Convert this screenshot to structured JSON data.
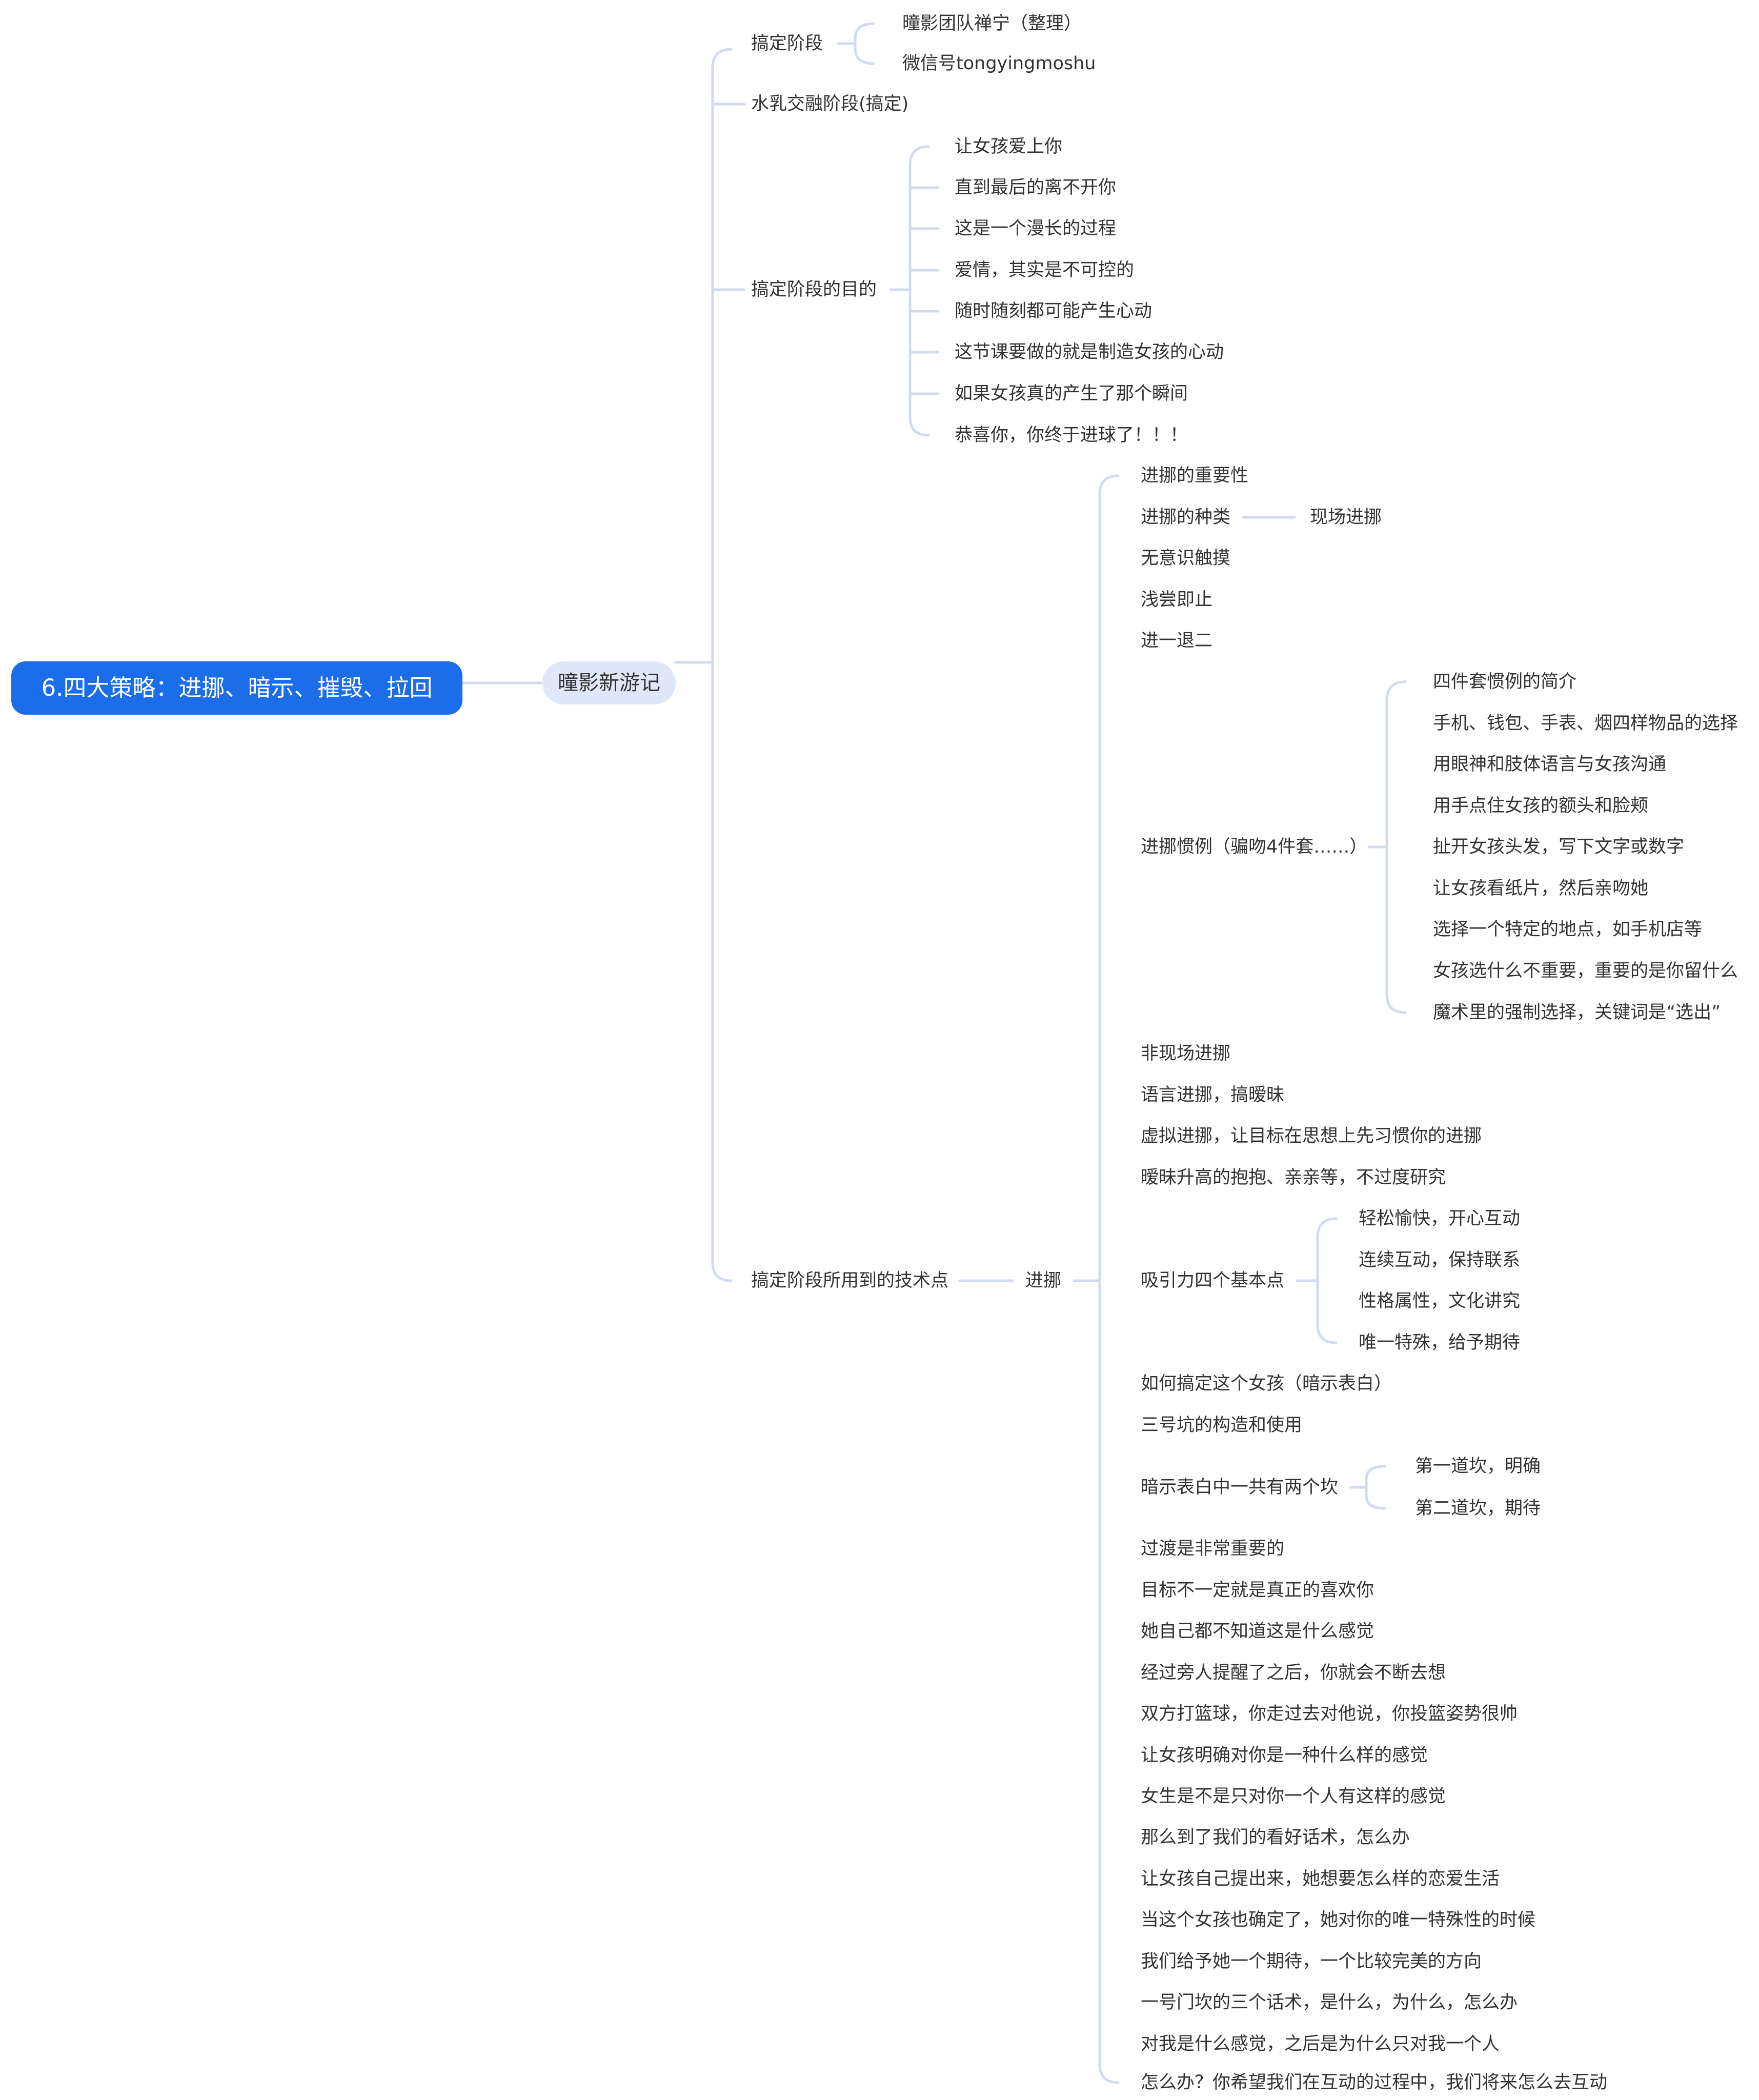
{
  "root": "6.四大策略：进挪、暗示、摧毁、拉回",
  "level1": "曈影新游记",
  "branch_stage": "搞定阶段",
  "stage_notes": [
    "曈影团队禅宁（整理）",
    "微信号tongyingmoshu"
  ],
  "branch_blend": "水乳交融阶段(搞定)",
  "branch_goal": "搞定阶段的目的",
  "goal_items": [
    "让女孩爱上你",
    "直到最后的离不开你",
    "这是一个漫长的过程",
    "爱情，其实是不可控的",
    "随时随刻都可能产生心动",
    "这节课要做的就是制造女孩的心动",
    "如果女孩真的产生了那个瞬间",
    "恭喜你，你终于进球了！！！"
  ],
  "branch_tech": "搞定阶段所用到的技术点",
  "tech_sub": "进挪",
  "tech_items": {
    "importance": "进挪的重要性",
    "types": "进挪的种类",
    "types_child": "现场进挪",
    "unconscious": "无意识触摸",
    "taste": "浅尝即止",
    "step": "进一退二",
    "routine": "进挪惯例（骗吻4件套……）",
    "routine_children": [
      "四件套惯例的简介",
      "手机、钱包、手表、烟四样物品的选择",
      "用眼神和肢体语言与女孩沟通",
      "用手点住女孩的额头和脸颊",
      "扯开女孩头发，写下文字或数字",
      "让女孩看纸片，然后亲吻她",
      "选择一个特定的地点，如手机店等",
      "女孩选什么不重要，重要的是你留什么",
      "魔术里的强制选择，关键词是“选出”"
    ],
    "offsite": "非现场进挪",
    "verbal": "语言进挪，搞暧昧",
    "virtual": "虚拟进挪，让目标在思想上先习惯你的进挪",
    "ambiguity": "暧昧升高的抱抱、亲亲等，不过度研究",
    "attraction": "吸引力四个基本点",
    "attraction_children": [
      "轻松愉快，开心互动",
      "连续互动，保持联系",
      "性格属性，文化讲究",
      "唯一特殊，给予期待"
    ],
    "howto": "如何搞定这个女孩（暗示表白）",
    "pit": "三号坑的构造和使用",
    "hurdles": "暗示表白中一共有两个坎",
    "hurdles_children": [
      "第一道坎，明确",
      "第二道坎，期待"
    ],
    "rest": [
      "过渡是非常重要的",
      "目标不一定就是真正的喜欢你",
      "她自己都不知道这是什么感觉",
      "经过旁人提醒了之后，你就会不断去想",
      "双方打篮球，你走过去对他说，你投篮姿势很帅",
      "让女孩明确对你是一种什么样的感觉",
      "女生是不是只对你一个人有这样的感觉",
      "那么到了我们的看好话术，怎么办",
      "让女孩自己提出来，她想要怎么样的恋爱生活",
      "当这个女孩也确定了，她对你的唯一特殊性的时候",
      "我们给予她一个期待，一个比较完美的方向",
      "一号门坎的三个话术，是什么，为什么，怎么办",
      "对我是什么感觉，之后是为什么只对我一个人",
      "怎么办？你希望我们在互动的过程中，我们将来怎么去互动"
    ]
  }
}
